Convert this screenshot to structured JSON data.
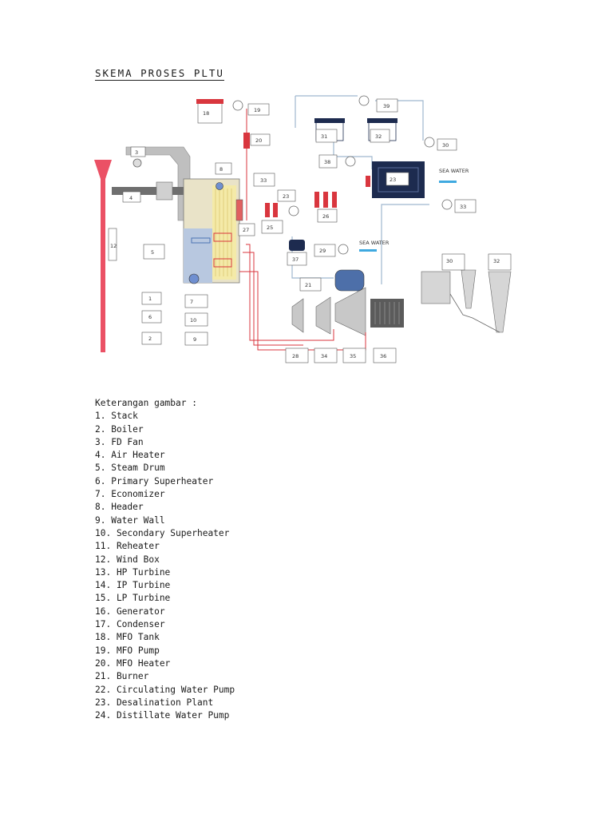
{
  "title": "SKEMA PROSES PLTU",
  "legend_heading": "Keterangan gambar :",
  "legend": [
    "1. Stack",
    "2. Boiler",
    "3. FD Fan",
    "4. Air Heater",
    "5. Steam Drum",
    "6. Primary Superheater",
    "7. Economizer",
    "8. Header",
    "9. Water Wall",
    "10. Secondary Superheater",
    "11. Reheater",
    "12. Wind Box",
    "13. HP Turbine",
    "14. IP Turbine",
    "15. LP Turbine",
    "16. Generator",
    "17. Condenser",
    "18. MFO Tank",
    "19. MFO Pump",
    "20. MFO Heater",
    "21. Burner",
    "22. Circulating Water Pump",
    "23. Desalination Plant",
    "24. Distillate Water Pump"
  ],
  "diagram_labels": {
    "box_3": "3",
    "box_8": "8",
    "box_18": "18",
    "box_19": "19",
    "box_20": "20",
    "box_4": "4",
    "box_1": "1",
    "box_5": "5",
    "box_27": "27",
    "box_33": "33",
    "box_23": "23",
    "box_31": "31",
    "box_32": "32",
    "box_39": "39",
    "box_38": "38",
    "box_29": "29",
    "box_25": "25",
    "box_26": "26",
    "box_37": "37",
    "box_6": "6",
    "box_2": "2",
    "box_7": "7",
    "box_10": "10",
    "box_9": "9",
    "box_28": "28",
    "box_21": "21",
    "box_34": "34",
    "box_35": "35",
    "box_36": "36",
    "box_30": "30",
    "box_12": "12"
  },
  "diagram_text": {
    "sea_water_left": "SEA WATER",
    "sea_water_right": "SEA WATER"
  },
  "colors": {
    "stack_red": "#e8324a",
    "pipe_red": "#d9363e",
    "pipe_blue": "#9fb7cf",
    "boiler_yellow": "#f4eaa8",
    "boiler_blue": "#b8c8e0",
    "dark_navy": "#1d2b4f",
    "gray_machine": "#b4b4b4"
  }
}
